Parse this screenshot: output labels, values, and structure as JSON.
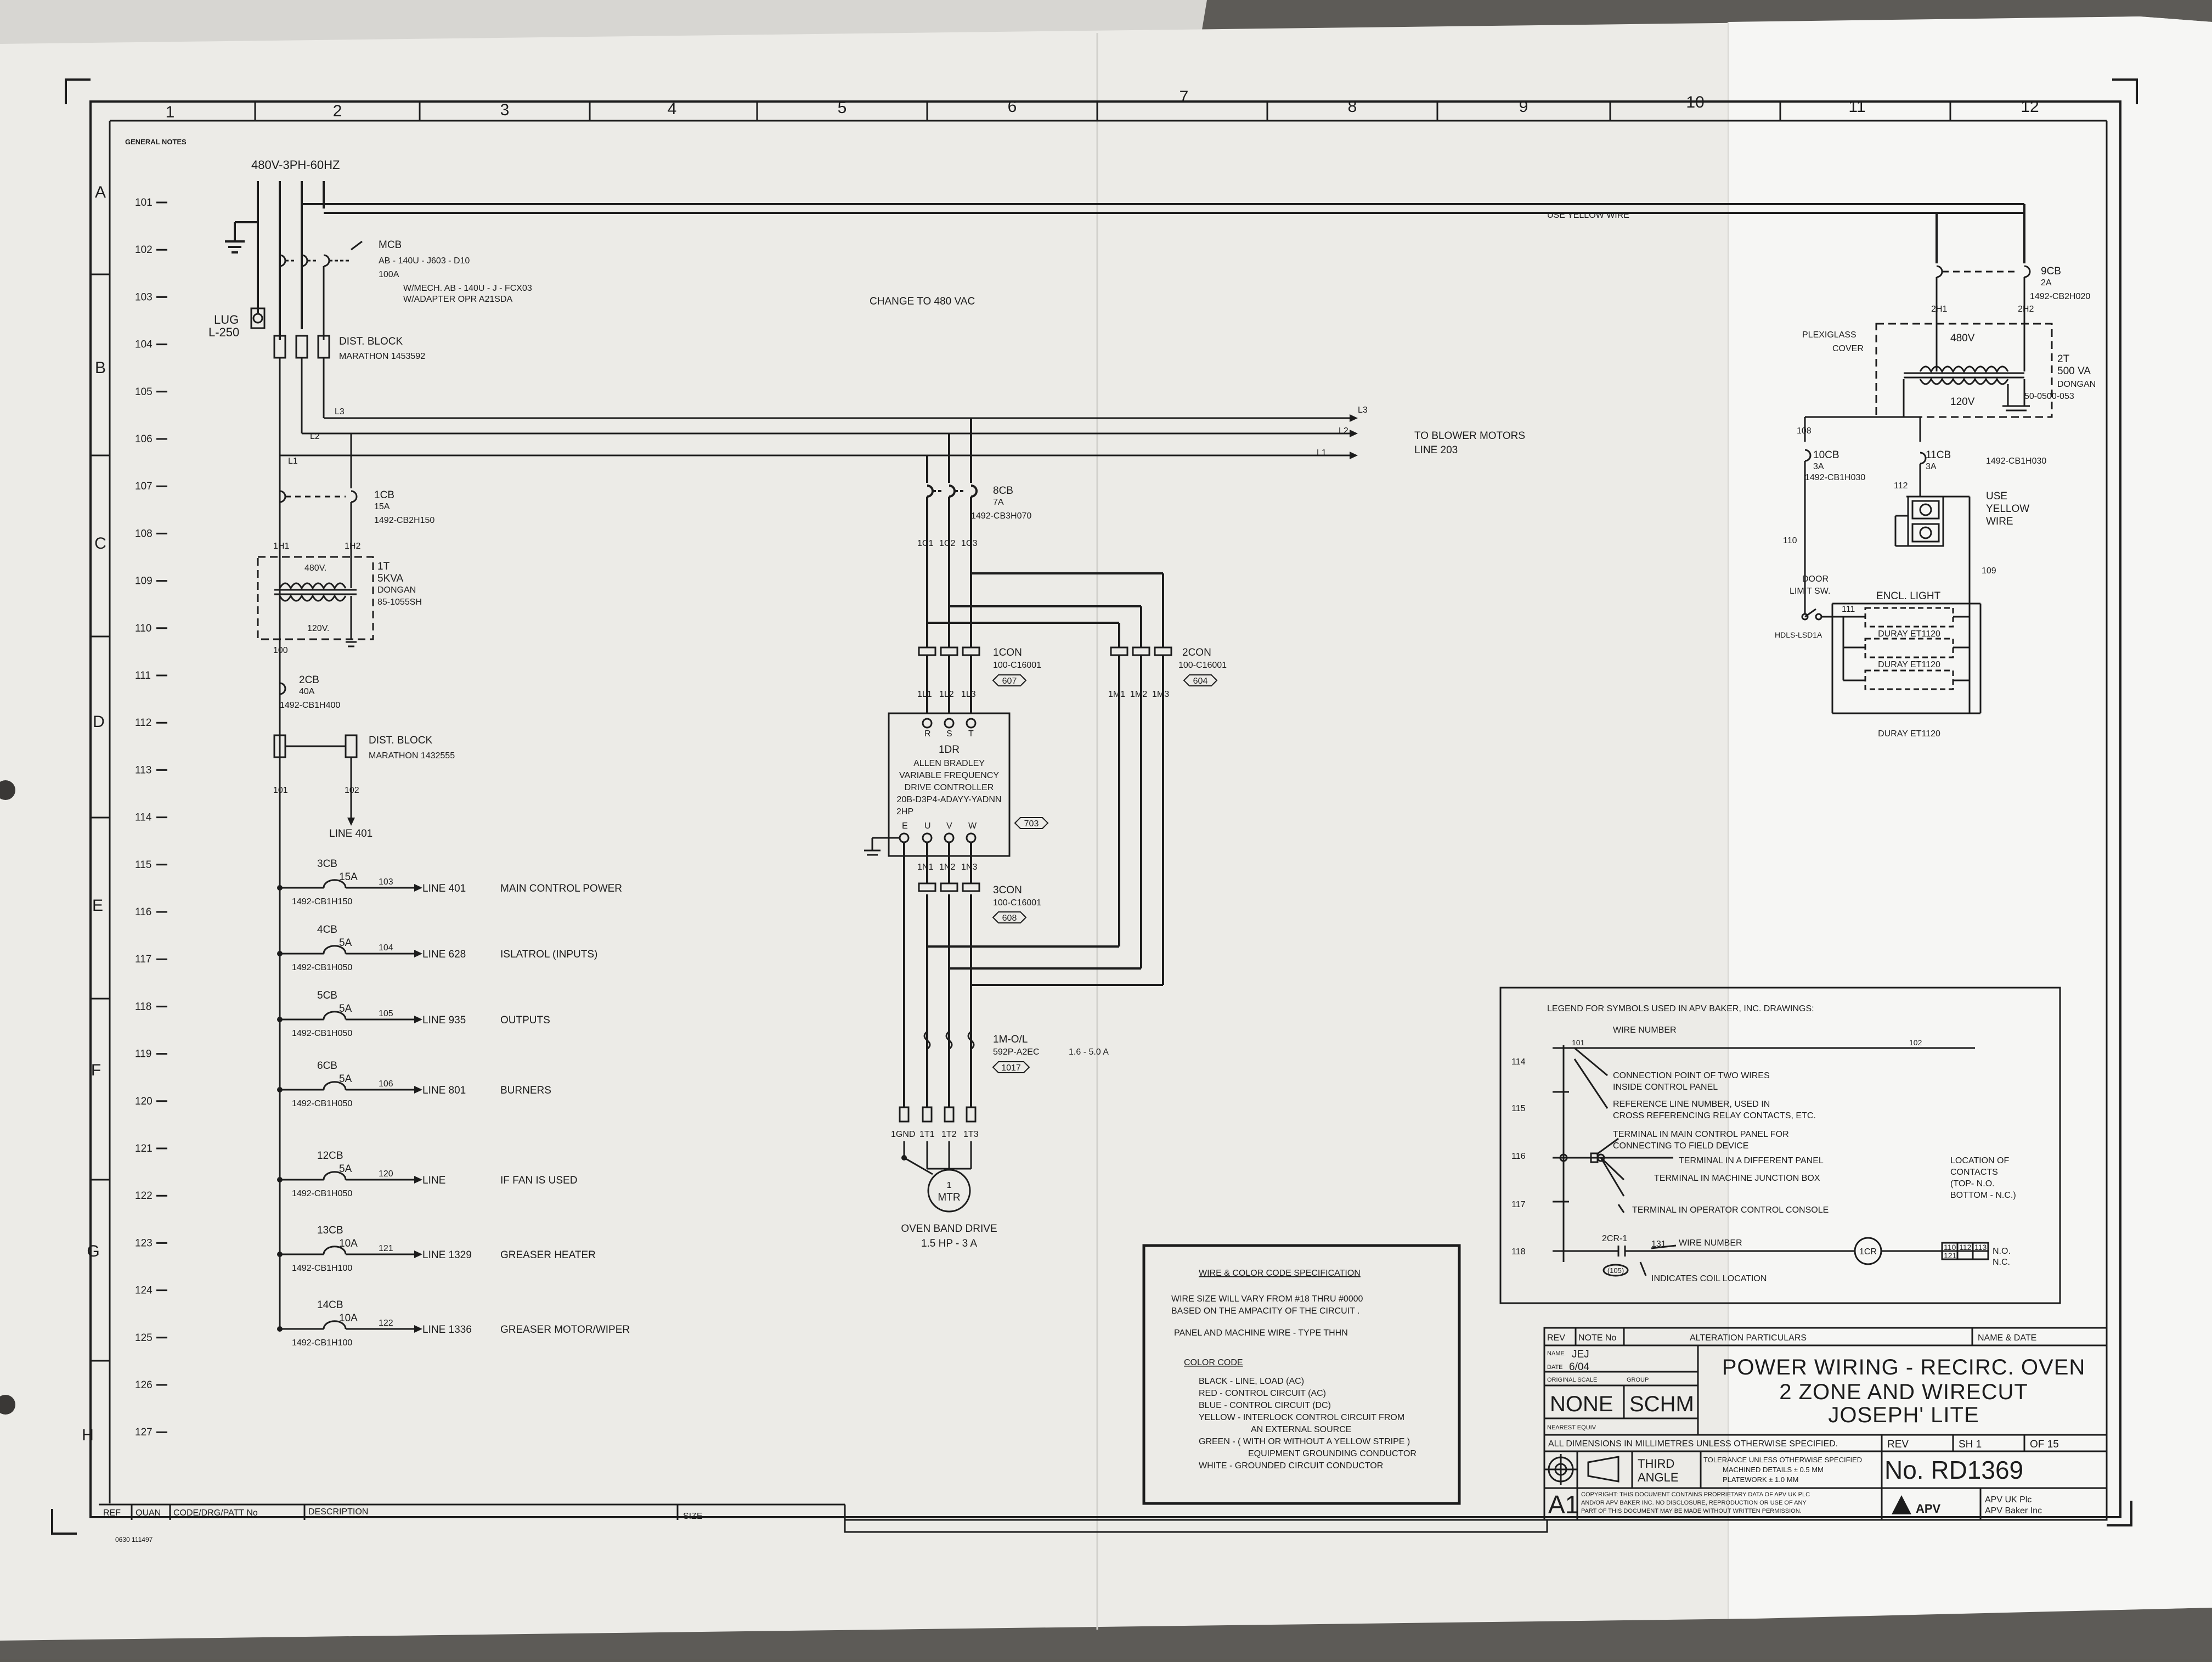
{
  "general_notes": "GENERAL NOTES",
  "columns": [
    "1",
    "2",
    "3",
    "4",
    "5",
    "6",
    "7",
    "8",
    "9",
    "10",
    "11",
    "12"
  ],
  "rows": [
    "A",
    "B",
    "C",
    "D",
    "E",
    "F",
    "G",
    "H"
  ],
  "line_numbers": [
    "101",
    "102",
    "103",
    "104",
    "105",
    "106",
    "107",
    "108",
    "109",
    "110",
    "111",
    "112",
    "113",
    "114",
    "115",
    "116",
    "117",
    "118",
    "119",
    "120",
    "121",
    "122",
    "123",
    "124",
    "125",
    "126",
    "127"
  ],
  "supply": "480V-3PH-60HZ",
  "lug": {
    "name": "LUG",
    "model": "L-250"
  },
  "mcb": {
    "name": "MCB",
    "l1": "AB - 140U - J603 - D10",
    "l2": "100A",
    "l3": "W/MECH. AB - 140U - J - FCX03",
    "l4": "W/ADAPTER OPR A21SDA"
  },
  "dist_block_1": {
    "name": "DIST. BLOCK",
    "model": "MARATHON 1453592"
  },
  "change_note": "CHANGE TO 480 VAC",
  "yellow_wire_note": "USE YELLOW WIRE",
  "phase_labels": {
    "l1": "L1",
    "l2": "L2",
    "l3": "L3"
  },
  "blower": {
    "l1": "TO BLOWER MOTORS",
    "l2": "LINE 203"
  },
  "cb1": {
    "name": "1CB",
    "rating": "15A",
    "model": "1492-CB2H150",
    "w1": "1H1",
    "w2": "1H2"
  },
  "t1": {
    "name": "1T",
    "kva": "5KVA",
    "make": "DONGAN",
    "model": "85-1055SH",
    "pri": "480V.",
    "sec": "120V."
  },
  "w100": "100",
  "cb2": {
    "name": "2CB",
    "rating": "40A",
    "model": "1492-CB1H400"
  },
  "dist_block_2": {
    "name": "DIST. BLOCK",
    "model": "MARATHON 1432555"
  },
  "w101": "101",
  "w102": "102",
  "line401": "LINE 401",
  "branches": [
    {
      "cb": "3CB",
      "amp": "15A",
      "model": "1492-CB1H150",
      "wire": "103",
      "line": "LINE 401",
      "desc": "MAIN CONTROL POWER"
    },
    {
      "cb": "4CB",
      "amp": "5A",
      "model": "1492-CB1H050",
      "wire": "104",
      "line": "LINE 628",
      "desc": "ISLATROL (INPUTS)"
    },
    {
      "cb": "5CB",
      "amp": "5A",
      "model": "1492-CB1H050",
      "wire": "105",
      "line": "LINE 935",
      "desc": "OUTPUTS"
    },
    {
      "cb": "6CB",
      "amp": "5A",
      "model": "1492-CB1H050",
      "wire": "106",
      "line": "LINE 801",
      "desc": "BURNERS"
    },
    {
      "cb": "12CB",
      "amp": "5A",
      "model": "1492-CB1H050",
      "wire": "120",
      "line": "LINE",
      "desc": "IF FAN IS USED"
    },
    {
      "cb": "13CB",
      "amp": "10A",
      "model": "1492-CB1H100",
      "wire": "121",
      "line": "LINE 1329",
      "desc": "GREASER HEATER"
    },
    {
      "cb": "14CB",
      "amp": "10A",
      "model": "1492-CB1H100",
      "wire": "122",
      "line": "LINE 1336",
      "desc": "GREASER MOTOR/WIPER"
    }
  ],
  "cb8": {
    "name": "8CB",
    "rating": "7A",
    "model": "1492-CB3H070",
    "w1": "1C1",
    "w2": "1C2",
    "w3": "1C3"
  },
  "con1": {
    "name": "1CON",
    "model": "100-C16001",
    "ref": "607",
    "w1": "1L1",
    "w2": "1L2",
    "w3": "1L3"
  },
  "con2": {
    "name": "2CON",
    "model": "100-C16001",
    "ref": "604",
    "w1": "1M1",
    "w2": "1M2",
    "w3": "1M3"
  },
  "vfd": {
    "terms_in": [
      "R",
      "S",
      "T"
    ],
    "name": "1DR",
    "l1": "ALLEN BRADLEY",
    "l2": "VARIABLE FREQUENCY",
    "l3": "DRIVE CONTROLLER",
    "l4": "20B-D3P4-ADAYY-YADNN",
    "l5": "2HP",
    "ref": "703",
    "terms_out": [
      "E",
      "U",
      "V",
      "W"
    ]
  },
  "out_wires": [
    "1N1",
    "1N2",
    "1N3"
  ],
  "con3": {
    "name": "3CON",
    "model": "100-C16001",
    "ref": "608"
  },
  "ol": {
    "name": "1M-O/L",
    "model": "592P-A2EC",
    "range": "1.6 - 5.0 A",
    "ref": "1017"
  },
  "motor_terms": [
    "1GND",
    "1T1",
    "1T2",
    "1T3"
  ],
  "motor": {
    "l1": "1",
    "l2": "MTR",
    "name": "OVEN BAND DRIVE",
    "rating": "1.5 HP - 3 A"
  },
  "cb9": {
    "name": "9CB",
    "rating": "2A",
    "model": "1492-CB2H020",
    "w1": "2H1",
    "w2": "2H2"
  },
  "t2": {
    "cover": "PLEXIGLASS",
    "cover2": "COVER",
    "name": "2T",
    "va": "500 VA",
    "make": "DONGAN",
    "model": "50-0500-053",
    "pri": "480V",
    "sec": "120V"
  },
  "cb10": {
    "name": "10CB",
    "rating": "3A",
    "model": "1492-CB1H030",
    "w": "108"
  },
  "cb11": {
    "name": "11CB",
    "rating": "3A",
    "model": "1492-CB1H030",
    "w": "112"
  },
  "yellow2": {
    "l1": "USE",
    "l2": "YELLOW",
    "l3": "WIRE"
  },
  "w110": "110",
  "w111": "111",
  "w109": "109",
  "door_sw": {
    "l1": "DOOR",
    "l2": "LIMIT SW.",
    "model": "HDLS-LSD1A"
  },
  "encl_light": "ENCL. LIGHT",
  "lights": [
    "DURAY ET1120",
    "DURAY ET1120",
    "DURAY ET1120"
  ],
  "legend": {
    "title": "LEGEND FOR SYMBOLS USED IN APV BAKER, INC. DRAWINGS:",
    "wire_number": "WIRE NUMBER",
    "n101": "101",
    "n102": "102",
    "rows": [
      "114",
      "115",
      "116",
      "117",
      "118"
    ],
    "conn1": "CONNECTION POINT OF TWO WIRES",
    "conn2": "INSIDE CONTROL PANEL",
    "ref1": "REFERENCE LINE NUMBER, USED IN",
    "ref2": "CROSS REFERENCING RELAY CONTACTS, ETC.",
    "term1": "TERMINAL IN MAIN CONTROL PANEL FOR",
    "term2": "CONNECTING TO FIELD DEVICE",
    "term_diff": "TERMINAL IN A DIFFERENT PANEL",
    "term_junc": "TERMINAL IN MACHINE JUNCTION BOX",
    "term_op": "TERMINAL IN OPERATOR CONTROL CONSOLE",
    "contact": "2CR-1",
    "wire131": "131",
    "wire_number2": "WIRE NUMBER",
    "coil": "1CR",
    "coil_ref": "(105)",
    "coil_loc": "INDICATES COIL LOCATION",
    "loc1": "LOCATION OF",
    "loc2": "CONTACTS",
    "loc3": "(TOP- N.O.",
    "loc4": "BOTTOM - N.C.)",
    "no": "N.O.",
    "nc": "N.C.",
    "cells_top": [
      "110",
      "112",
      "113"
    ],
    "cells_bot": [
      "121"
    ]
  },
  "wire_spec": {
    "title": "WIRE & COLOR CODE SPECIFICATION",
    "l1": "WIRE SIZE WILL VARY  FROM #18 THRU #0000",
    "l2": "BASED ON THE AMPACITY OF THE CIRCUIT .",
    "l3": "PANEL AND MACHINE WIRE  -  TYPE THHN",
    "cc": "COLOR CODE",
    "c1": "BLACK  -  LINE, LOAD (AC)",
    "c2": "RED     -  CONTROL CIRCUIT (AC)",
    "c3": "BLUE    -  CONTROL CIRCUIT (DC)",
    "c4": "YELLOW  -  INTERLOCK CONTROL CIRCUIT FROM",
    "c5": "AN EXTERNAL SOURCE",
    "c6": "GREEN  -  ( WITH OR WITHOUT A YELLOW STRIPE )",
    "c7": "EQUIPMENT GROUNDING CONDUCTOR",
    "c8": "WHITE   -  GROUNDED CIRCUIT CONDUCTOR"
  },
  "title_block": {
    "rev": "REV",
    "note": "NOTE No",
    "alt": "ALTERATION PARTICULARS",
    "name_date": "NAME & DATE",
    "name_lbl": "NAME",
    "name": "JEJ",
    "date_lbl": "DATE",
    "date": "6/04",
    "orig_scale": "ORIGINAL SCALE",
    "group": "GROUP",
    "scale": "NONE",
    "grp": "SCHM",
    "nearest": "NEAREST EQUIV",
    "t1": "POWER WIRING  -  RECIRC.  OVEN",
    "t2": "2 ZONE  AND  WIRECUT",
    "t3": "JOSEPH' LITE",
    "dims": "ALL DIMENSIONS IN MILLIMETRES UNLESS OTHERWISE SPECIFIED.",
    "rev2": "REV",
    "sh": "SH 1",
    "of": "OF 15",
    "third": "THIRD",
    "angle": "ANGLE",
    "tol1": "TOLERANCE UNLESS OTHERWISE SPECIFIED",
    "tol2": "MACHINED DETAILS   ± 0.5 MM",
    "tol3": "PLATEWORK          ± 1.0 MM",
    "no": "No. RD1369",
    "size": "A1",
    "copy1": "COPYRIGHT: THIS DOCUMENT CONTAINS PROPRIETARY DATA OF APV UK PLC",
    "copy2": "AND/OR APV BAKER INC. NO DISCLOSURE, REPRODUCTION OR USE OF ANY",
    "copy3": "PART OF THIS DOCUMENT MAY BE MADE WITHOUT WRITTEN PERMISSION.",
    "apv": "APV",
    "co1": "APV UK Plc",
    "co2": "APV Baker Inc"
  },
  "bottom_strip": {
    "ref": "REF",
    "quan": "QUAN",
    "code": "CODE/DRG/PATT No",
    "desc": "DESCRIPTION",
    "size": "SIZE"
  },
  "drawing_no": "0630 111497"
}
